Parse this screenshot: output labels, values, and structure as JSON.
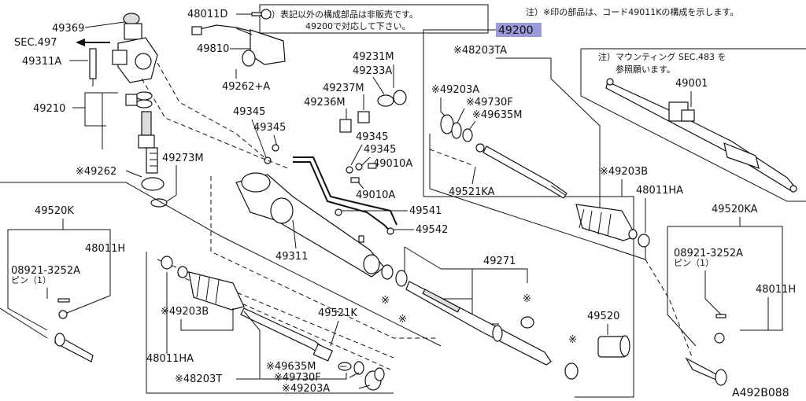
{
  "notes": {
    "top_left": "注）表記以外の構成部品は非販売です。",
    "top_left_2": "49200で対応して下さい。",
    "top_right": "注）※印の部品は、コード49011Kの構成を示します。",
    "mounting_1": "注）マウンティング SEC.483 を",
    "mounting_2": "参照願います。"
  },
  "highlight_color": "#9a9ad8",
  "labels": {
    "p49369": "49369",
    "sec497": "SEC.497",
    "p49311A": "49311A",
    "p49210": "49210",
    "p49262": "※49262",
    "p49273M": "49273M",
    "p48011D": "48011D",
    "p49810": "49810",
    "p49262A": "49262+A",
    "p49345a": "49345",
    "p49345b": "49345",
    "p49345c": "49345",
    "p49345d": "49345",
    "p49231M": "49231M",
    "p49233A": "49233A",
    "p49237M": "49237M",
    "p49236M": "49236M",
    "p49010Aa": "49010A",
    "p49010Ab": "49010A",
    "p49541": "49541",
    "p49542": "49542",
    "p49311": "49311",
    "p49200": "49200",
    "p48203TA": "※48203TA",
    "p49203Aa": "※49203A",
    "p49730Fa": "※49730F",
    "p49635Ma": "※49635M",
    "p49521KA": "49521KA",
    "p49203Ba": "※49203B",
    "p48011HAa": "48011HA",
    "p49001": "49001",
    "p49520KA": "49520KA",
    "p08921_r": "08921-3252A",
    "pin_r": "ピン（1）",
    "p48011H_r": "48011H",
    "p49520K": "49520K",
    "p48011H_l": "48011H",
    "p08921_l": "08921-3252A",
    "pin_l": "ピン（1）",
    "p49203Bb": "※49203B",
    "p48011HAb": "48011HA",
    "p48203T": "※48203T",
    "p49521K": "49521K",
    "p49635Mb": "※49635M",
    "p49730Fb": "※49730F",
    "p49203Ab": "※49203A",
    "p49271": "49271",
    "p49520": "49520",
    "star1": "※",
    "star2": "※",
    "star3": "※",
    "star4": "※",
    "diagram_code": "A492B088"
  }
}
